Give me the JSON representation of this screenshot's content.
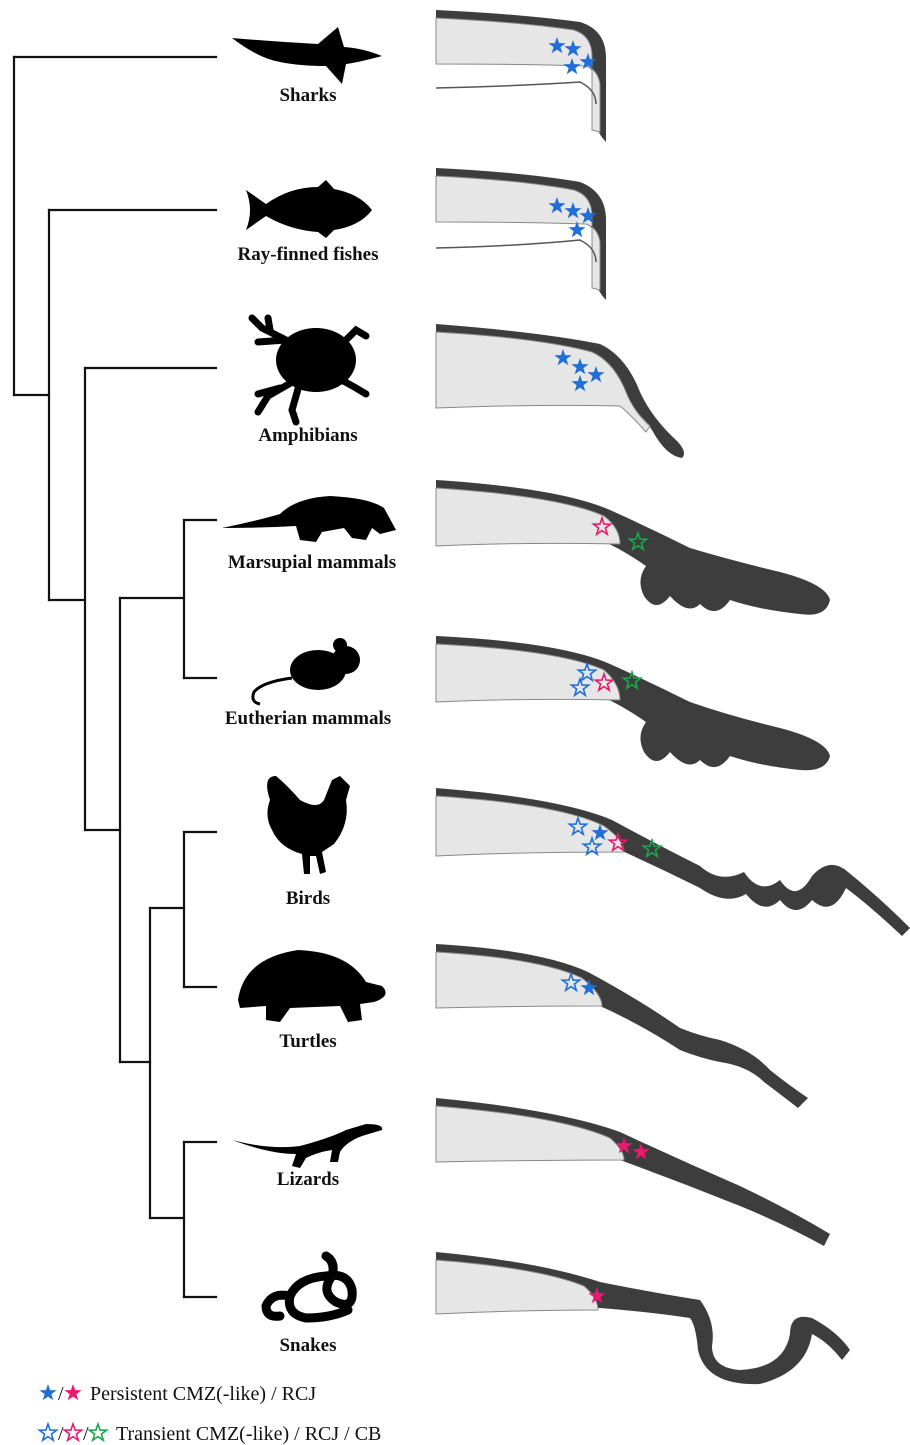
{
  "taxa": [
    {
      "name": "Sharks",
      "silhouette": "shark-silhouette",
      "stars": [
        {
          "color": "blue",
          "type": "filled"
        },
        {
          "color": "blue",
          "type": "filled"
        },
        {
          "color": "blue",
          "type": "filled"
        },
        {
          "color": "blue",
          "type": "filled"
        }
      ]
    },
    {
      "name": "Ray-finned fishes",
      "silhouette": "fish-silhouette",
      "stars": [
        {
          "color": "blue",
          "type": "filled"
        },
        {
          "color": "blue",
          "type": "filled"
        },
        {
          "color": "blue",
          "type": "filled"
        },
        {
          "color": "blue",
          "type": "filled"
        }
      ]
    },
    {
      "name": "Amphibians",
      "silhouette": "frog-silhouette",
      "stars": [
        {
          "color": "blue",
          "type": "filled"
        },
        {
          "color": "blue",
          "type": "filled"
        },
        {
          "color": "blue",
          "type": "filled"
        },
        {
          "color": "blue",
          "type": "filled"
        }
      ]
    },
    {
      "name": "Marsupial mammals",
      "silhouette": "opossum-silhouette",
      "stars": [
        {
          "color": "pink",
          "type": "transient"
        },
        {
          "color": "green",
          "type": "transient"
        }
      ]
    },
    {
      "name": "Eutherian mammals",
      "silhouette": "mouse-silhouette",
      "stars": [
        {
          "color": "blue",
          "type": "transient"
        },
        {
          "color": "blue",
          "type": "transient"
        },
        {
          "color": "pink",
          "type": "transient"
        },
        {
          "color": "green",
          "type": "transient"
        }
      ]
    },
    {
      "name": "Birds",
      "silhouette": "chicken-silhouette",
      "stars": [
        {
          "color": "blue",
          "type": "transient"
        },
        {
          "color": "blue",
          "type": "filled"
        },
        {
          "color": "blue",
          "type": "transient"
        },
        {
          "color": "pink",
          "type": "transient"
        },
        {
          "color": "green",
          "type": "transient"
        }
      ]
    },
    {
      "name": "Turtles",
      "silhouette": "tortoise-silhouette",
      "stars": [
        {
          "color": "blue",
          "type": "transient"
        },
        {
          "color": "blue",
          "type": "filled"
        }
      ]
    },
    {
      "name": "Lizards",
      "silhouette": "lizard-silhouette",
      "stars": [
        {
          "color": "pink",
          "type": "filled"
        },
        {
          "color": "pink",
          "type": "filled"
        }
      ]
    },
    {
      "name": "Snakes",
      "silhouette": "snake-silhouette",
      "stars": [
        {
          "color": "pink",
          "type": "filled"
        }
      ]
    }
  ],
  "legend": {
    "persistent": "Persistent CMZ(-like) / RCJ",
    "transient": "Transient CMZ(-like) / RCJ / CB"
  },
  "colors": {
    "blue": "#1f6fd6",
    "pink": "#e8196e",
    "green": "#1aa64b",
    "tissue_dark": "#3d3d3d",
    "lens_light": "#e6e6e6"
  }
}
